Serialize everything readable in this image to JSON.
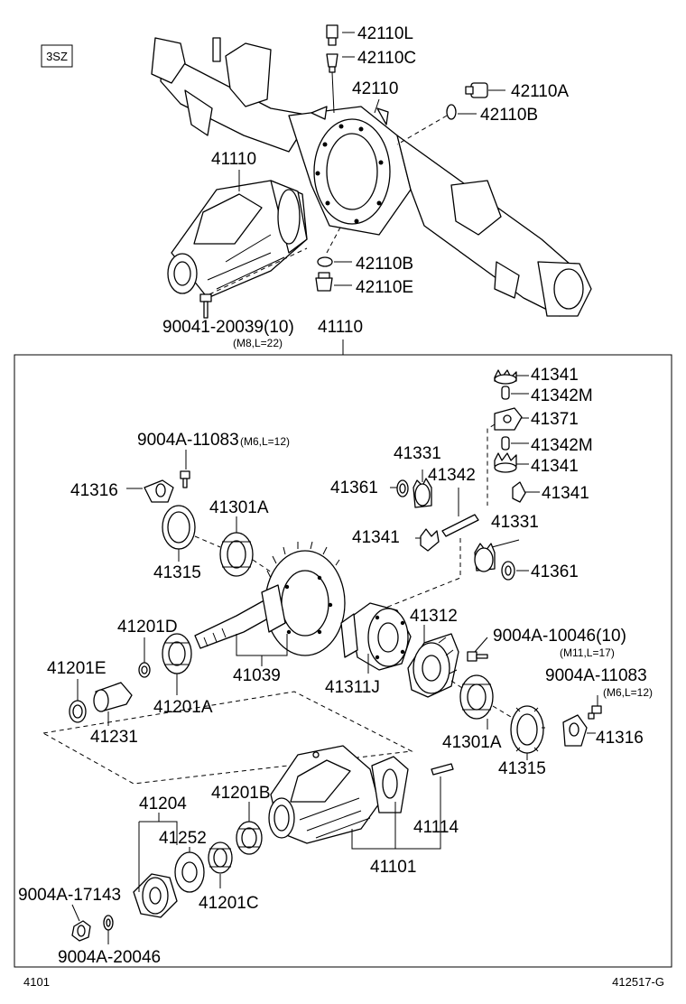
{
  "engine_tag": "3SZ",
  "footer": {
    "left": "4101",
    "right": "412517-G"
  },
  "labels": {
    "p42110L": "42110L",
    "p42110C": "42110C",
    "p42110": "42110",
    "p42110A": "42110A",
    "p42110B_top": "42110B",
    "p41110_top": "41110",
    "p42110B_bot": "42110B",
    "p42110E": "42110E",
    "p90041": "90041-20039(10)",
    "p90041_spec": "(M8,L=22)",
    "p41110_box": "41110",
    "p41341_a": "41341",
    "p41342M_a": "41342M",
    "p41371": "41371",
    "p41342M_b": "41342M",
    "p41341_b": "41341",
    "p41341_c": "41341",
    "p9004A_11083_l": "9004A-11083",
    "p9004A_11083_l_spec": "(M6,L=12)",
    "p41331_a": "41331",
    "p41361_a": "41361",
    "p41342": "41342",
    "p41316_l": "41316",
    "p41301A_a": "41301A",
    "p41341_d": "41341",
    "p41331_b": "41331",
    "p41315_a": "41315",
    "p41361_b": "41361",
    "p41201D": "41201D",
    "p41312": "41312",
    "p9004A_10046": "9004A-10046(10)",
    "p9004A_10046_spec": "(M11,L=17)",
    "p41201E": "41201E",
    "p41039": "41039",
    "p41311J": "41311J",
    "p9004A_11083_r": "9004A-11083",
    "p9004A_11083_r_spec": "(M6,L=12)",
    "p41201A": "41201A",
    "p41231": "41231",
    "p41316_r": "41316",
    "p41301A_b": "41301A",
    "p41315_b": "41315",
    "p41204": "41204",
    "p41201B": "41201B",
    "p41252": "41252",
    "p41114": "41114",
    "p41201C": "41201C",
    "p41101": "41101",
    "p9004A_17143": "9004A-17143",
    "p9004A_20046": "9004A-20046"
  }
}
